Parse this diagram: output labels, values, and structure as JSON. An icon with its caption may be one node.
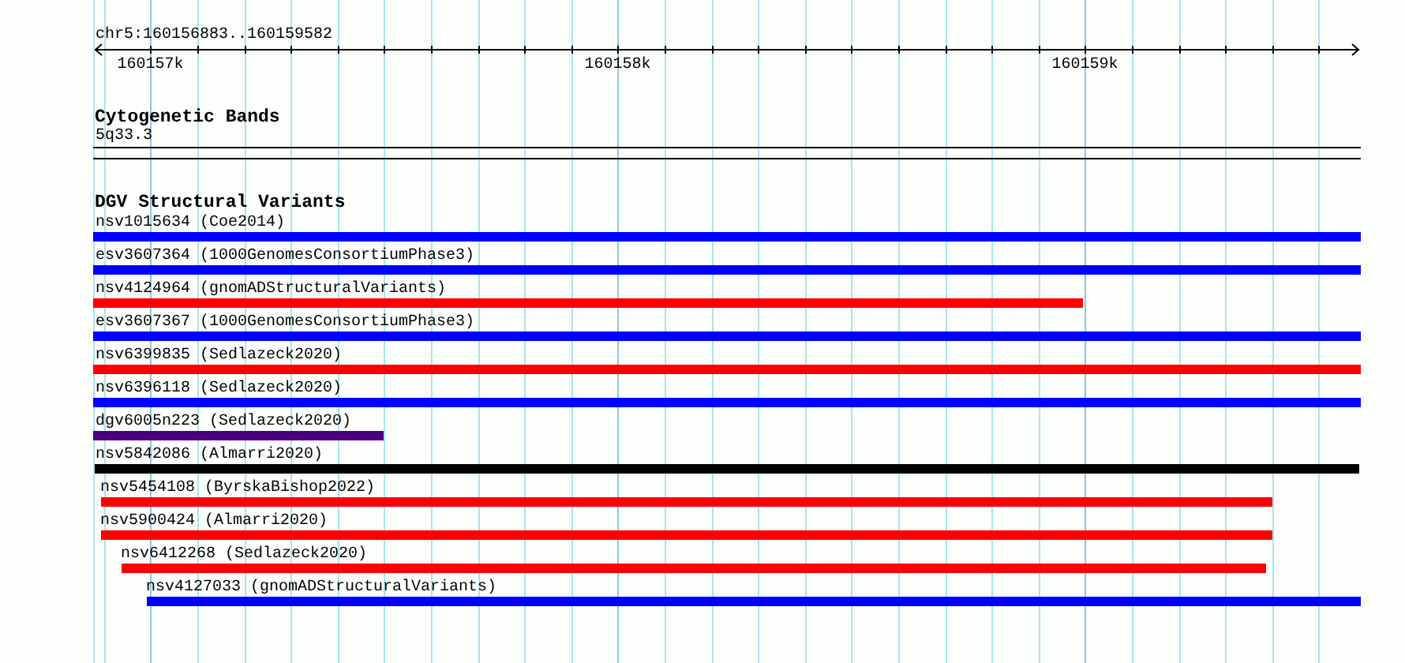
{
  "diagram": {
    "labels": [
      "chr5:160156883..160159582",
      "160157k",
      "160158k",
      "160159k",
      "Cytogenetic Bands",
      "5q33.3",
      "DGV Structural Variants",
      "nsv1015634 (Coe2014)",
      "esv3607364 (1000GenomesConsortiumPhase3)",
      "nsv4124964 (gnomADStructuralVariants)",
      "esv3607367 (1000GenomesConsortiumPhase3)",
      "nsv6399835 (Sedlazeck2020)",
      "nsv6396118 (Sedlazeck2020)",
      "dgv6005n223 (Sedlazeck2020)",
      "nsv5842086 (Almarri2020)",
      "nsv5454108 (ByrskaBishop2022)",
      "nsv5900424 (Almarri2020)",
      "nsv6412268 (Sedlazeck2020)",
      "nsv4127033 (gnomADStructuralVariants)"
    ]
  }
}
